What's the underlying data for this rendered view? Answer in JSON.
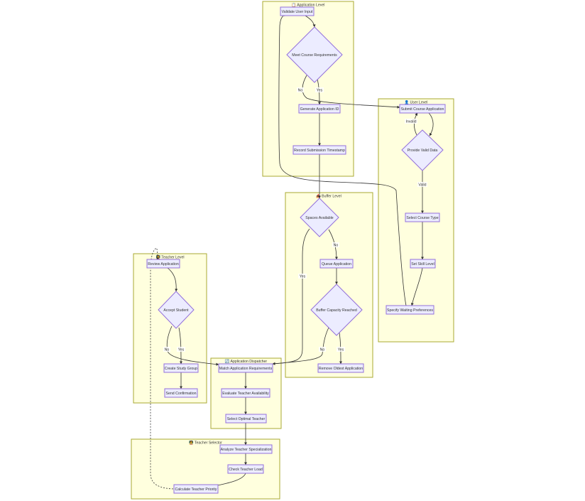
{
  "clusters": {
    "application_level": {
      "title": "📋 Application Level"
    },
    "user_level": {
      "title": "👤 User Level"
    },
    "buffer_level": {
      "title": "📥 Buffer Level"
    },
    "teacher_level": {
      "title": "🧑‍🏫 Teacher Level"
    },
    "application_dispatcher": {
      "title": "🔄 Application Dispatcher"
    },
    "teacher_selector": {
      "title": "🧑‍🏫 Teacher Selector"
    }
  },
  "nodes": {
    "validate_user_input": "Validate User Input",
    "meet_course_requirements": "Meet Course Requirements",
    "generate_application_id": "Generate Application ID",
    "record_submission_timestamp": "Record Submission Timestamp",
    "submit_course_application": "Submit Course Application",
    "provide_valid_data": "Provide Valid Data",
    "select_course_type": "Select Course Type",
    "set_skill_level": "Set Skill Level",
    "specify_waiting_preferences": "Specify Waiting Preferences",
    "spaces_available": "Spaces Available",
    "queue_application": "Queue Application",
    "buffer_capacity_reached": "Buffer Capacity Reached",
    "remove_oldest_application": "Remove Oldest Application",
    "review_application": "Review Application",
    "accept_student": "Accept Student",
    "create_study_group": "Create Study Group",
    "send_confirmation": "Send Confirmation",
    "match_application_requirements": "Match Application Requirements",
    "evaluate_teacher_availability": "Evaluate Teacher Availability",
    "select_optimal_teacher": "Select Optimal Teacher",
    "analyze_teacher_specialization": "Analyze Teacher Specialization",
    "check_teacher_load": "Check Teacher Load",
    "calculate_teacher_priority": "Calculate Teacher Priority"
  },
  "edge_labels": {
    "meet_no": "No",
    "meet_yes": "Yes",
    "invalid": "Invalid",
    "valid": "Valid",
    "spaces_no": "No",
    "spaces_yes": "Yes",
    "buffer_no": "No",
    "buffer_yes": "Yes",
    "accept_no": "No",
    "accept_yes": "Yes"
  },
  "colors": {
    "cluster_fill": "#ffffde",
    "cluster_stroke": "#aaaa33",
    "node_fill": "#ececff",
    "node_stroke": "#9370db",
    "edge": "#333333"
  }
}
